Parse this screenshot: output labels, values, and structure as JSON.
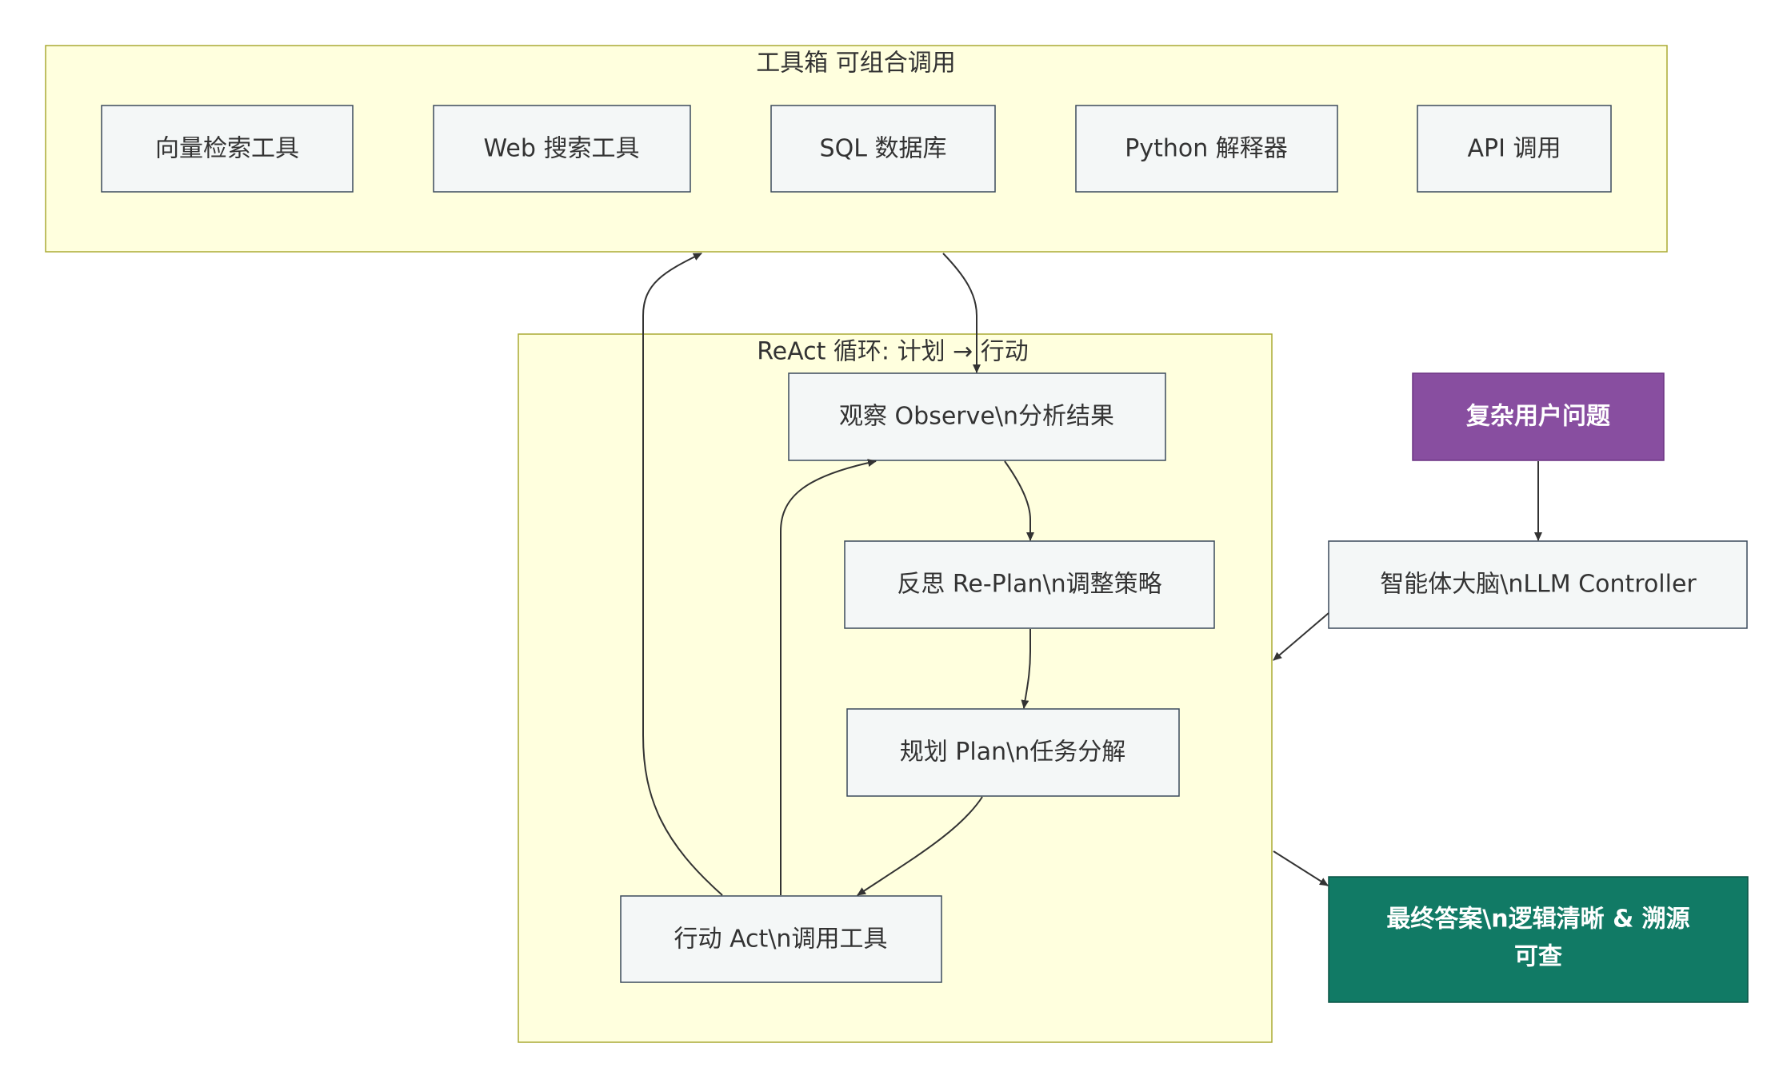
{
  "colors": {
    "background": "#ffffff",
    "cluster_fill": "#ffffde",
    "cluster_stroke": "#aaaa33",
    "node_fill": "#f4f7f7",
    "node_stroke": "#3b4a5c",
    "edge": "#333333",
    "text": "#333333",
    "question_fill": "#884ea0",
    "question_stroke": "#6c3483",
    "answer_fill": "#117a65",
    "answer_stroke": "#0b5345",
    "emphasis_text": "#ffffff"
  },
  "toolbox": {
    "title": "工具箱 可组合调用",
    "tools": [
      {
        "id": "vector",
        "label": "向量检索工具"
      },
      {
        "id": "web",
        "label": "Web 搜索工具"
      },
      {
        "id": "sql",
        "label": "SQL 数据库"
      },
      {
        "id": "python",
        "label": "Python 解释器"
      },
      {
        "id": "api",
        "label": "API 调用"
      }
    ]
  },
  "react_loop": {
    "title": "ReAct 循环: 计划 → 行动",
    "nodes": {
      "observe": "观察 Observe\\n分析结果",
      "replan": "反思 Re-Plan\\n调整策略",
      "plan": "规划 Plan\\n任务分解",
      "act": "行动 Act\\n调用工具"
    }
  },
  "question": {
    "label": "复杂用户问题"
  },
  "controller": {
    "label": "智能体大脑\\nLLM Controller"
  },
  "answer": {
    "lines": [
      "最终答案\\n逻辑清晰 & 溯源",
      "可查"
    ]
  }
}
